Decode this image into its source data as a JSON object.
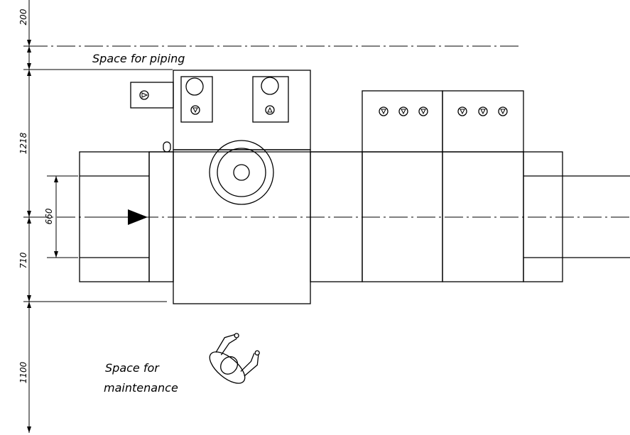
{
  "labels": {
    "piping": "Space for piping",
    "maintenance_line1": "Space for",
    "maintenance_line2": "maintenance"
  },
  "dimensions": {
    "top": "200",
    "upper": "1218",
    "inner": "660",
    "lower": "710",
    "bottom": "1100"
  }
}
